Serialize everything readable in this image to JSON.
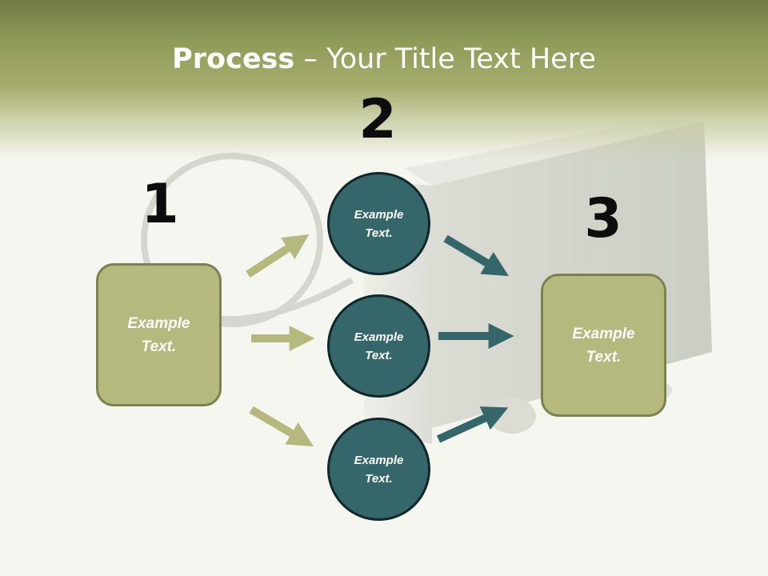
{
  "title": {
    "bold": "Process",
    "rest": " – Your Title Text Here"
  },
  "steps": [
    {
      "number": "1",
      "box_text": "Example\nText."
    },
    {
      "number": "2",
      "circles": [
        "Example\nText.",
        "Example\nText.",
        "Example\nText."
      ]
    },
    {
      "number": "3",
      "box_text": "Example\nText."
    }
  ],
  "colors": {
    "header_olive": "#8e9a58",
    "box_fill": "#b5b97d",
    "box_border": "#7b8150",
    "circle_fill": "#34666a",
    "circle_border": "#10282a",
    "arrow_light": "#b5b97d",
    "arrow_dark": "#34666a"
  },
  "background_photo": "external-hard-drive-with-cable"
}
